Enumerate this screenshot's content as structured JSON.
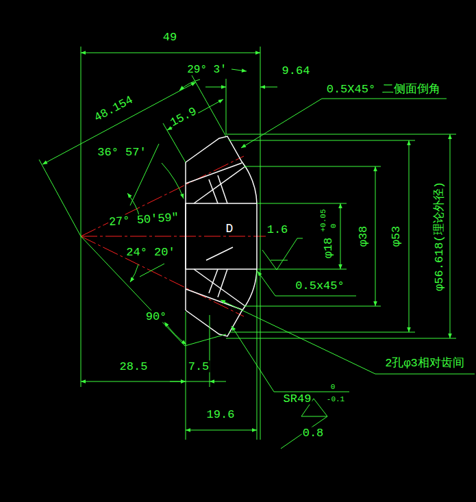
{
  "diagram": {
    "labels": [
      "49",
      "29° 3′",
      "9.64",
      "0.5X45° 二侧面倒角",
      "48.154",
      "15.9",
      "36° 57′",
      "27° 50′59″",
      "D",
      "1.6",
      "24° 20′",
      "0.5x45°",
      "90°",
      "φ18",
      "+0.05",
      "0",
      "φ38",
      "φ53",
      "φ56.618(理论外径)",
      "2孔φ3相对齿间",
      "28.5",
      "7.5",
      "SR49",
      "0",
      "-0.1",
      "19.6",
      "0.8"
    ]
  }
}
